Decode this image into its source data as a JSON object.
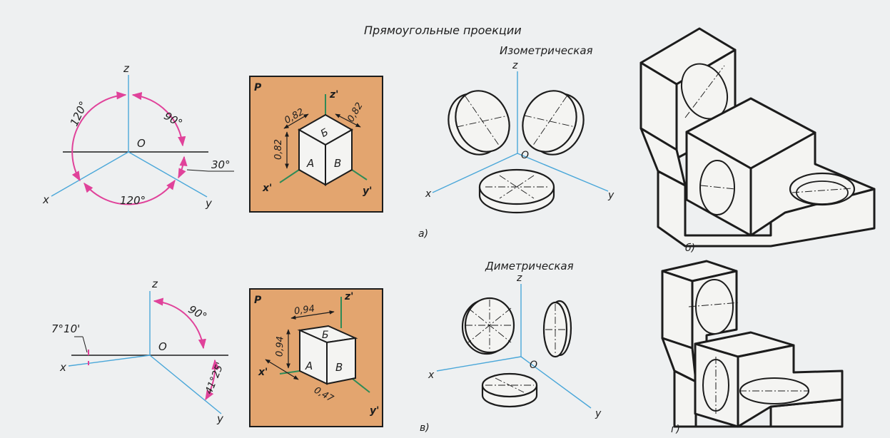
{
  "title": "Прямоугольные проекции",
  "colors": {
    "axis": "#4aa7d9",
    "angle_arc": "#e0429a",
    "plane_fill": "#e3a56f",
    "green_axis": "#2e8b57",
    "ink": "#1c1c1c",
    "paper": "#eef0f1"
  },
  "isometric": {
    "heading": "Изометрическая",
    "axes": {
      "z": "z",
      "o": "O",
      "x": "x",
      "y": "y"
    },
    "angles": {
      "left": "120°",
      "right": "90°",
      "bottom": "120°",
      "side": "30°"
    },
    "plane": {
      "label": "P",
      "z": "z'",
      "x": "x'",
      "y": "y'",
      "dim1": "0,82",
      "dim2": "0,82",
      "dim3": "0,82",
      "faceA": "А",
      "faceB": "В",
      "faceTop": "Б"
    },
    "circles_axes": {
      "z": "z",
      "o": "O",
      "x": "x",
      "y": "y"
    },
    "caption": "а)",
    "part_caption": "б)"
  },
  "dimetric": {
    "heading": "Диметрическая",
    "axes": {
      "z": "z",
      "o": "O",
      "x": "x",
      "y": "y"
    },
    "angles": {
      "right": "90°",
      "left": "7°10'",
      "bottom": "41°25'"
    },
    "plane": {
      "label": "P",
      "z": "z'",
      "x": "x'",
      "y": "y'",
      "dim1": "0,94",
      "dim2": "0,94",
      "dim3": "0,47",
      "faceA": "А",
      "faceB": "В",
      "faceTop": "Б"
    },
    "circles_axes": {
      "z": "z",
      "o": "O",
      "x": "x",
      "y": "y"
    },
    "caption": "в)",
    "part_caption": "г)"
  }
}
